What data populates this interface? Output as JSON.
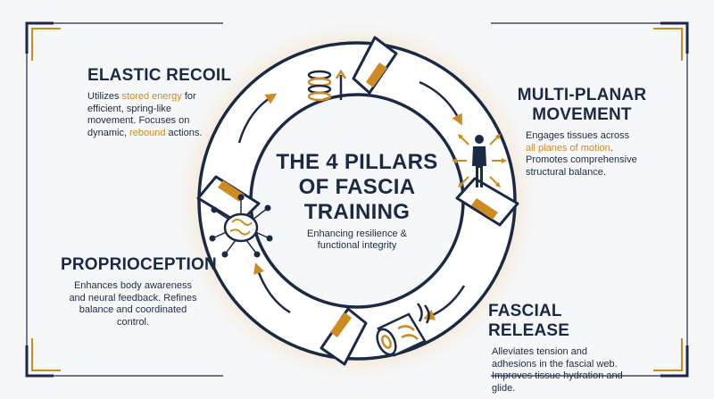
{
  "center": {
    "title_line1": "THE 4 PILLARS",
    "title_line2": "OF FASCIA",
    "title_line3": "TRAINING",
    "subtitle_line1": "Enhancing resilience &",
    "subtitle_line2": "functional integrity"
  },
  "pillars": {
    "elastic": {
      "title": "ELASTIC RECOIL",
      "desc_a": "Utilizes ",
      "desc_hl1": "stored energy",
      "desc_b": " for efficient, spring-like movement. Focuses on dynamic, ",
      "desc_hl2": "rebound",
      "desc_c": " actions.",
      "icon": "spring-icon"
    },
    "multiplanar": {
      "title_line1": "MULTI-PLANAR",
      "title_line2": "MOVEMENT",
      "desc_a": "Engages tissues across ",
      "desc_hl1": "all planes of motion",
      "desc_b": ". Promotes comprehensive structural balance.",
      "icon": "person-arrows-icon"
    },
    "release": {
      "title": "FASCIAL RELEASE",
      "desc": "Alleviates tension and adhesions in the fascial web. Improves tissue hydration and glide.",
      "icon": "foam-roller-icon"
    },
    "proprio": {
      "title": "PROPRIOCEPTION",
      "desc": "Enhances body awareness and neural feedback. Refines balance and coordinated control.",
      "icon": "brain-network-icon"
    }
  },
  "colors": {
    "navy": "#1b2a44",
    "gold": "#d08a22",
    "background": "#f6f7f9"
  }
}
